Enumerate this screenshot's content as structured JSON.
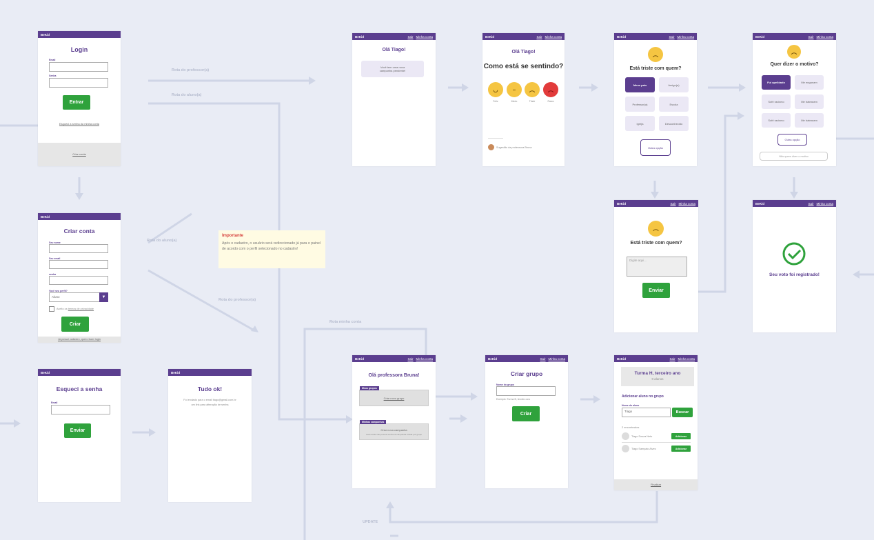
{
  "brand": "BeKid",
  "links": {
    "exit": "Sair",
    "account": "Minha conta"
  },
  "routes": {
    "teacher": "Rota do professor(a)",
    "student": "Rota do aluno(a)",
    "student2": "Rota do aluno(a)",
    "teacher2": "Rota do professor(a)",
    "account": "Rota minha conta",
    "update": "UPDATE"
  },
  "login": {
    "title": "Login",
    "email_label": "Email",
    "password_label": "Senha",
    "submit": "Entrar",
    "forgot": "Esqueci a senha da minha conta",
    "create": "Criar conta"
  },
  "signup": {
    "title": "Criar conta",
    "name_label": "Seu nome",
    "email_label": "Seu email",
    "password_label": "senha",
    "role_label": "Você seu perfil?",
    "role_value": "Aluno",
    "terms_prefix": "Aceito os",
    "terms_link": "termos de privacidade",
    "submit": "Criar",
    "footer": "Já possui cadastro, quero fazer login"
  },
  "forgot": {
    "title": "Esqueci a senha",
    "email_label": "Email",
    "submit": "Enviar"
  },
  "done": {
    "title": "Tudo ok!",
    "line1": "Foi enviado para o email tiago@gmail.com.br",
    "line2": "um link para alteração de senha"
  },
  "note": {
    "title": "Importante",
    "body": "Após o cadastro, o usuário será redirecionado já para o painel de acordo com o perfil selecionado no cadastro!"
  },
  "greet": {
    "title": "Olá Tiago!",
    "pending_line1": "Você tem uma nova",
    "pending_line2": "campanha pendente!"
  },
  "mood": {
    "title": "Olá Tiago!",
    "question": "Como está se sentindo?",
    "options": [
      {
        "label": "Feliz",
        "icon": "happy-face-icon"
      },
      {
        "label": "Medo",
        "icon": "neutral-face-icon"
      },
      {
        "label": "Triste",
        "icon": "crying-face-icon"
      },
      {
        "label": "Raiva",
        "icon": "angry-face-icon"
      }
    ],
    "footer": "Sugestão da professora Bruna"
  },
  "who": {
    "question": "Está triste com quem?",
    "options": [
      "Meus pais",
      "Amigo(a)",
      "Professor(a)",
      "Escola",
      "Igreja",
      "Desconhecido"
    ],
    "other": "Outra opção"
  },
  "reason": {
    "question": "Quer dizer o motivo?",
    "options": [
      "Fui apelidado",
      "Me enganam",
      "Sofri racismo",
      "Me batearam",
      "Sofri racismo",
      "Me batearam"
    ],
    "other": "Outra opção",
    "skip": "Não quero dizer o motivo"
  },
  "who_text": {
    "question": "Está triste com quem?",
    "placeholder": "Digite aqui...",
    "submit": "Enviar"
  },
  "voted": {
    "message": "Seu voto foi registrado!"
  },
  "teacher": {
    "title": "Olá professora Bruna!",
    "groups_label": "Meus grupos",
    "create_group_link": "Criar novo grupo",
    "campaigns_label": "Minhas campanhas",
    "create_campaign": "Criar nova campanha",
    "campaign_hint": "Você ainda não possui nenhuma campanha criada por grupo"
  },
  "create_group": {
    "title": "Criar grupo",
    "name_label": "Nome do grupo",
    "example": "Exemplo: Turma B, terceiro ano",
    "submit": "Criar"
  },
  "group": {
    "name": "Turma H, terceiro ano",
    "count": "0 alunos",
    "add_title": "Adicionar aluno no grupo",
    "search_label": "Nome do aluno",
    "search_value": "Tiago",
    "search_btn": "Buscar",
    "found": "2 encontrados",
    "results": [
      {
        "name": "Tiago Souza Neto",
        "action": "Adicionar"
      },
      {
        "name": "Tiago Sampaio Alves",
        "action": "Adicionar"
      }
    ],
    "footer": "Finalizar"
  },
  "colors": {
    "primary": "#5b3e8f",
    "success": "#2fa23c",
    "background": "#e9ecf5",
    "warning": "#d6403e"
  }
}
